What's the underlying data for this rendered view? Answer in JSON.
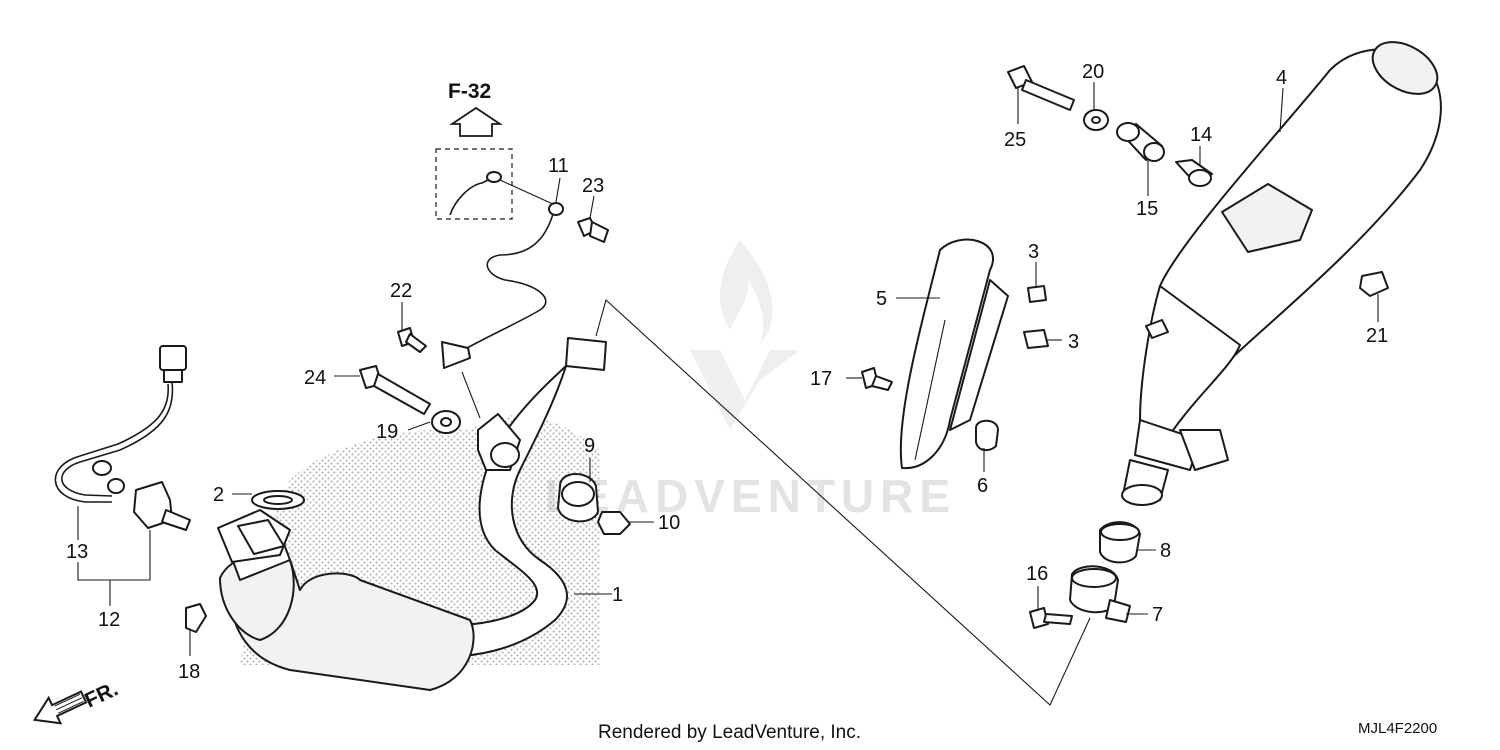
{
  "diagram": {
    "reference": "F-32",
    "credit": "Rendered by LeadVenture, Inc.",
    "code": "MJL4F2200",
    "watermark": "LEADVENTURE",
    "direction_label": "FR.",
    "callouts": [
      "1",
      "2",
      "3",
      "3",
      "4",
      "5",
      "6",
      "7",
      "8",
      "9",
      "10",
      "11",
      "12",
      "13",
      "14",
      "15",
      "16",
      "17",
      "18",
      "19",
      "20",
      "21",
      "22",
      "23",
      "24",
      "25"
    ]
  }
}
